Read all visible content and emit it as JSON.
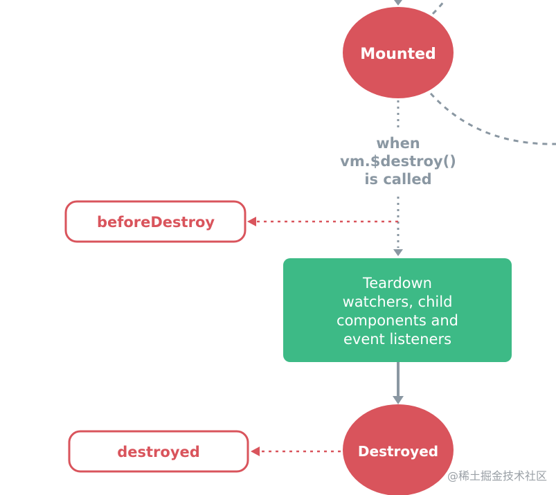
{
  "nodes": {
    "mounted": "Mounted",
    "destroyed_state": "Destroyed",
    "before_destroy_hook": "beforeDestroy",
    "destroyed_hook": "destroyed",
    "teardown_lines": [
      "Teardown",
      "watchers, child",
      "components and",
      "event listeners"
    ]
  },
  "condition_lines": [
    "when",
    "vm.$destroy()",
    "is called"
  ],
  "watermark": "@稀土掘金技术社区",
  "colors": {
    "circle": "#d9545c",
    "green_box": "#3dba86",
    "hook_border": "#d9545c",
    "connector": "#8a97a2"
  }
}
